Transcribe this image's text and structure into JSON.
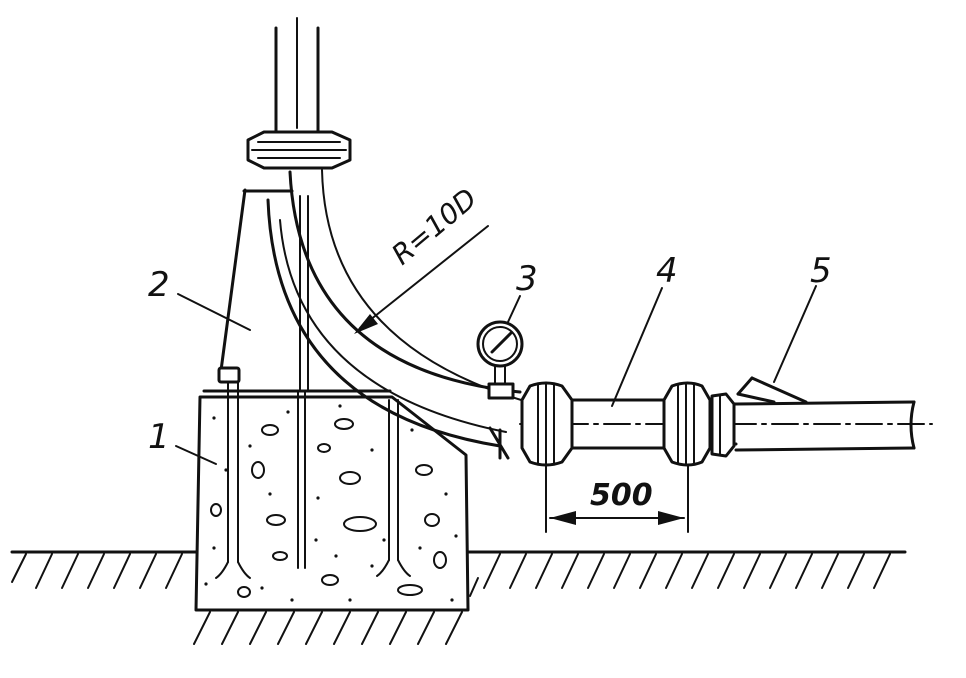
{
  "labels": {
    "part1": "1",
    "part2": "2",
    "part3": "3",
    "part4": "4",
    "part5": "5"
  },
  "dimension": "500",
  "radius_note": "R=10D"
}
